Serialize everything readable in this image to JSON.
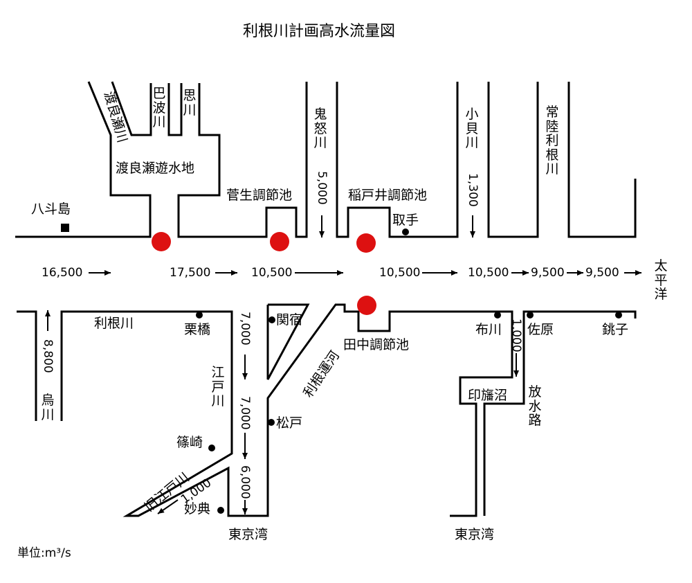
{
  "title": "利根川計画高水流量図",
  "unit_label": "単位:m³/s",
  "rivers": {
    "watarase": "渡良瀬川",
    "uzuma": "巴波川",
    "omoi": "思川",
    "kinu": "鬼怒川",
    "kokai": "小貝川",
    "hitachi_tone": "常陸利根川",
    "karasu": "烏川",
    "tone": "利根川",
    "edo": "江戸川",
    "kyu_edo": "旧江戸川",
    "tone_canal": "利根運河"
  },
  "retarding_basins": {
    "watarase": "渡良瀬遊水地",
    "sugao": "菅生調節池",
    "inado": "稲戸井調節池",
    "tanaka": "田中調節池"
  },
  "places": {
    "yattajima": "八斗島",
    "toride": "取手",
    "kurihashi": "栗橋",
    "sekiyado": "関宿",
    "matsudo": "松戸",
    "shinozaki": "篠崎",
    "myoken": "妙典",
    "fukawa": "布川",
    "sawara": "佐原",
    "choshi": "銚子",
    "inbanuma": "印旛沼",
    "housuiro": "放水路",
    "tokyo_bay_1": "東京湾",
    "tokyo_bay_2": "東京湾",
    "pacific": "太平洋"
  },
  "flows": {
    "yattajima": "16,500",
    "main_1": "17,500",
    "main_2": "10,500",
    "main_3": "10,500",
    "main_4": "10,500",
    "main_5": "9,500",
    "main_6": "9,500",
    "kinu": "5,000",
    "kokai": "1,300",
    "karasu": "8,800",
    "edo_upper": "7,000",
    "edo_middle": "7,000",
    "edo_lower": "6,000",
    "kyu_edo": "1,000",
    "fukawa": "1,000"
  },
  "colors": {
    "line": "#000000",
    "marker": "#dd1111"
  }
}
